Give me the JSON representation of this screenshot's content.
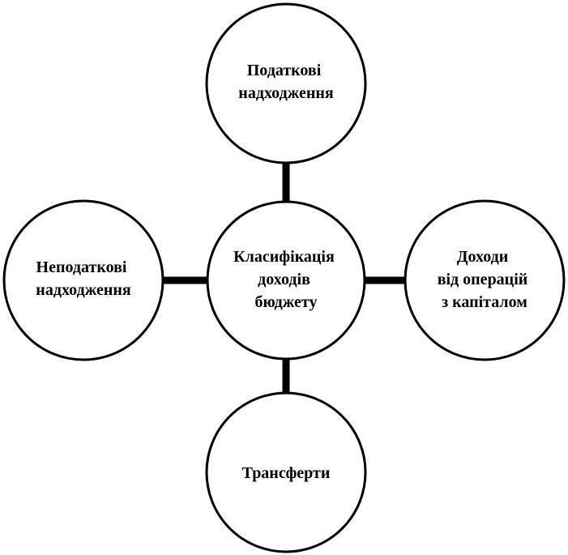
{
  "diagram": {
    "center": {
      "lines": [
        "Класифікація",
        "доходів",
        "бюджету"
      ]
    },
    "top": {
      "lines": [
        "Податкові",
        "надходження"
      ]
    },
    "left": {
      "lines": [
        "Неподаткові",
        "надходження"
      ]
    },
    "right": {
      "lines": [
        "Доходи",
        "від операцій",
        "з капіталом"
      ]
    },
    "bottom": {
      "lines": [
        "Трансферти"
      ]
    }
  }
}
